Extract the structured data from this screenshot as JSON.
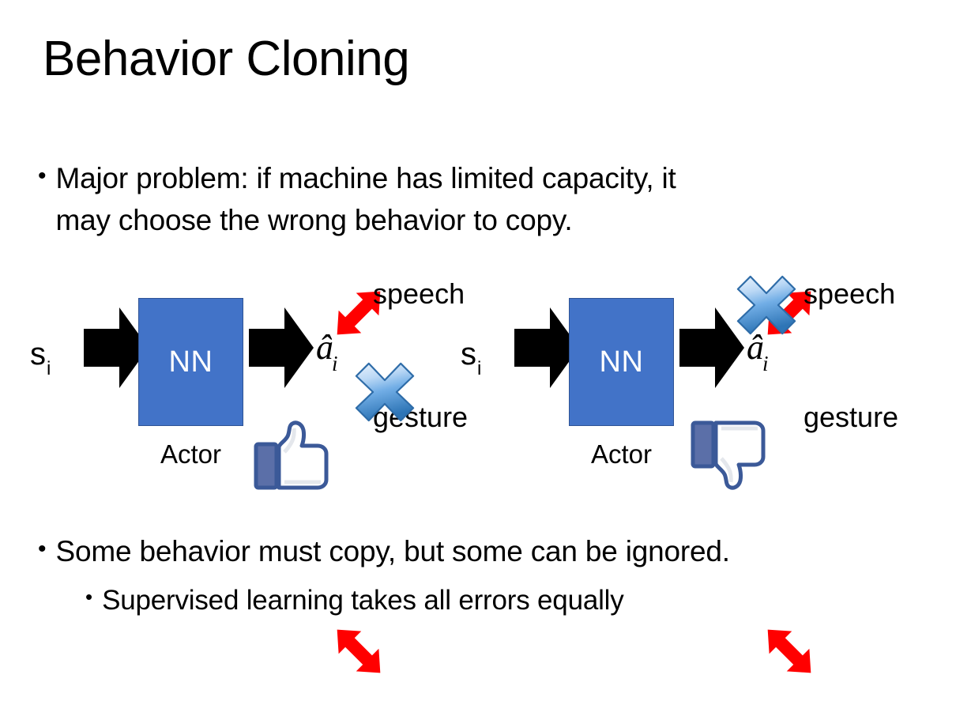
{
  "slide": {
    "title": "Behavior Cloning",
    "background_color": "#FFFFFF",
    "text_color": "#000000"
  },
  "bullets": [
    {
      "name": "major-problem",
      "marker": "•",
      "level": 1,
      "lines": [
        "Major problem: if machine has limited capacity, it",
        "may choose the wrong behavior to copy."
      ]
    },
    {
      "name": "some-behavior",
      "marker": "•",
      "level": 1,
      "lines": [
        "Some behavior must copy, but some can be ignored."
      ]
    },
    {
      "name": "supervised-learning",
      "marker": "•",
      "level": 2,
      "lines": [
        "Supervised learning takes all errors equally"
      ]
    }
  ],
  "colors": {
    "nn_box_fill": "#4273C8",
    "nn_box_border": "#2F5496",
    "red_arrow": "#FF0000",
    "blue_x_light": "#CFE2F8",
    "blue_x_mid": "#5B9BD5",
    "blue_x_dark": "#2E75B6",
    "thumb_outline": "#3B5998",
    "thumb_fill": "#FFFFFF",
    "thumb_cuff": "#5B6FA8",
    "arrow_black": "#000000"
  },
  "diagrams": [
    {
      "id": "diagram-left",
      "state_label": "s",
      "state_subscript": "i",
      "box_label": "NN",
      "box_caption": "Actor",
      "action_label": "â",
      "action_subscript": "i",
      "outputs": [
        {
          "name": "speech",
          "label": "speech",
          "crossed_out": false
        },
        {
          "name": "gesture",
          "label": "gesture",
          "crossed_out": true
        }
      ],
      "feedback_icon": "thumbs-up-icon",
      "feedback_value": "positive"
    },
    {
      "id": "diagram-right",
      "state_label": "s",
      "state_subscript": "i",
      "box_label": "NN",
      "box_caption": "Actor",
      "action_label": "â",
      "action_subscript": "i",
      "outputs": [
        {
          "name": "speech",
          "label": "speech",
          "crossed_out": true
        },
        {
          "name": "gesture",
          "label": "gesture",
          "crossed_out": false
        }
      ],
      "feedback_icon": "thumbs-down-icon",
      "feedback_value": "negative"
    }
  ]
}
